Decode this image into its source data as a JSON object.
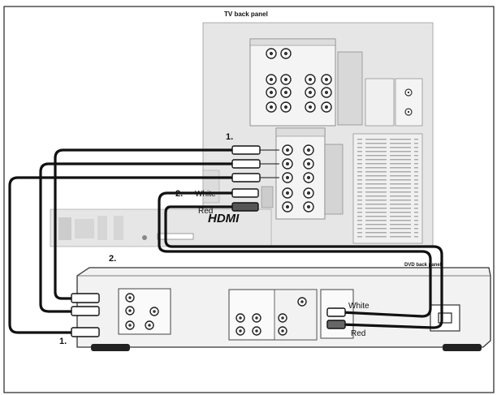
{
  "diagram": {
    "tv_panel_label": "TV back panel",
    "dvd_panel_label": "DVD back panel",
    "step_1_top": "1.",
    "step_2_white": "2.",
    "step_2_left": "2.",
    "step_1_bottom": "1.",
    "tv_white_label": "White",
    "tv_red_label": "Red",
    "dvd_white_label": "White",
    "dvd_red_label": "Red",
    "hdmi_logo": "HDMI",
    "colors": {
      "panel_fill": "#e8e8e8",
      "dvd_fill": "#f2f2f2",
      "cable": "#111111",
      "jack": "#555555"
    }
  }
}
